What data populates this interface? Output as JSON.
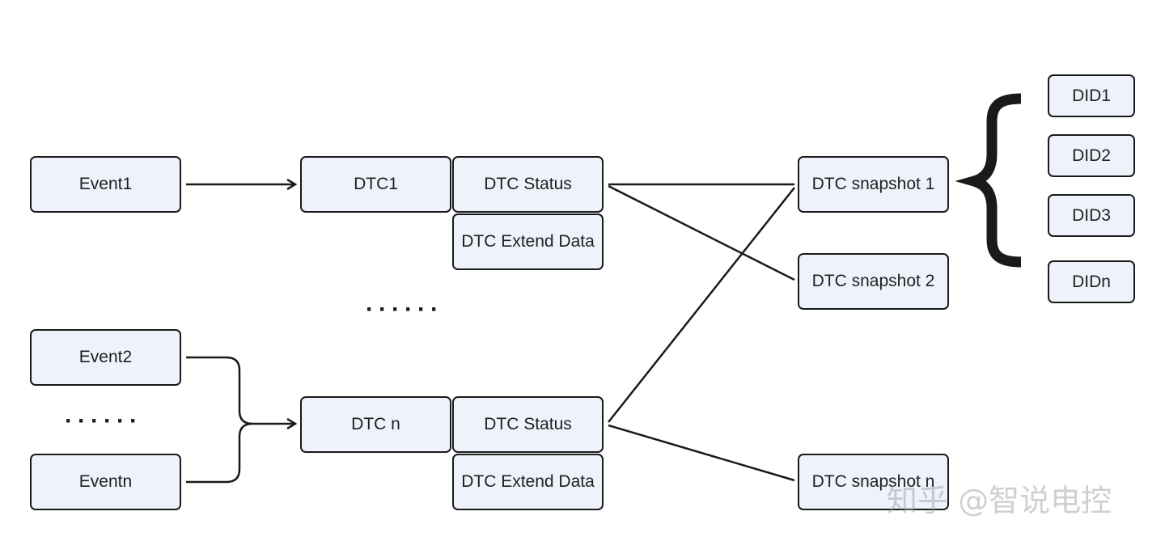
{
  "events": [
    "Event1",
    "Event2",
    "Eventn"
  ],
  "events_ellipsis": "······",
  "dtcs": [
    {
      "name": "DTC1",
      "status": "DTC Status",
      "extend": "DTC Extend Data"
    },
    {
      "name": "DTC n",
      "status": "DTC Status",
      "extend": "DTC Extend Data"
    }
  ],
  "dtc_ellipsis": "······",
  "snapshots": [
    "DTC snapshot 1",
    "DTC snapshot 2",
    "DTC snapshot n"
  ],
  "dids": [
    "DID1",
    "DID2",
    "DID3",
    "DIDn"
  ],
  "brace": "{",
  "watermark": "知乎 @智说电控",
  "colors": {
    "box_fill": "#eef3fb",
    "stroke": "#1a1a1a"
  }
}
